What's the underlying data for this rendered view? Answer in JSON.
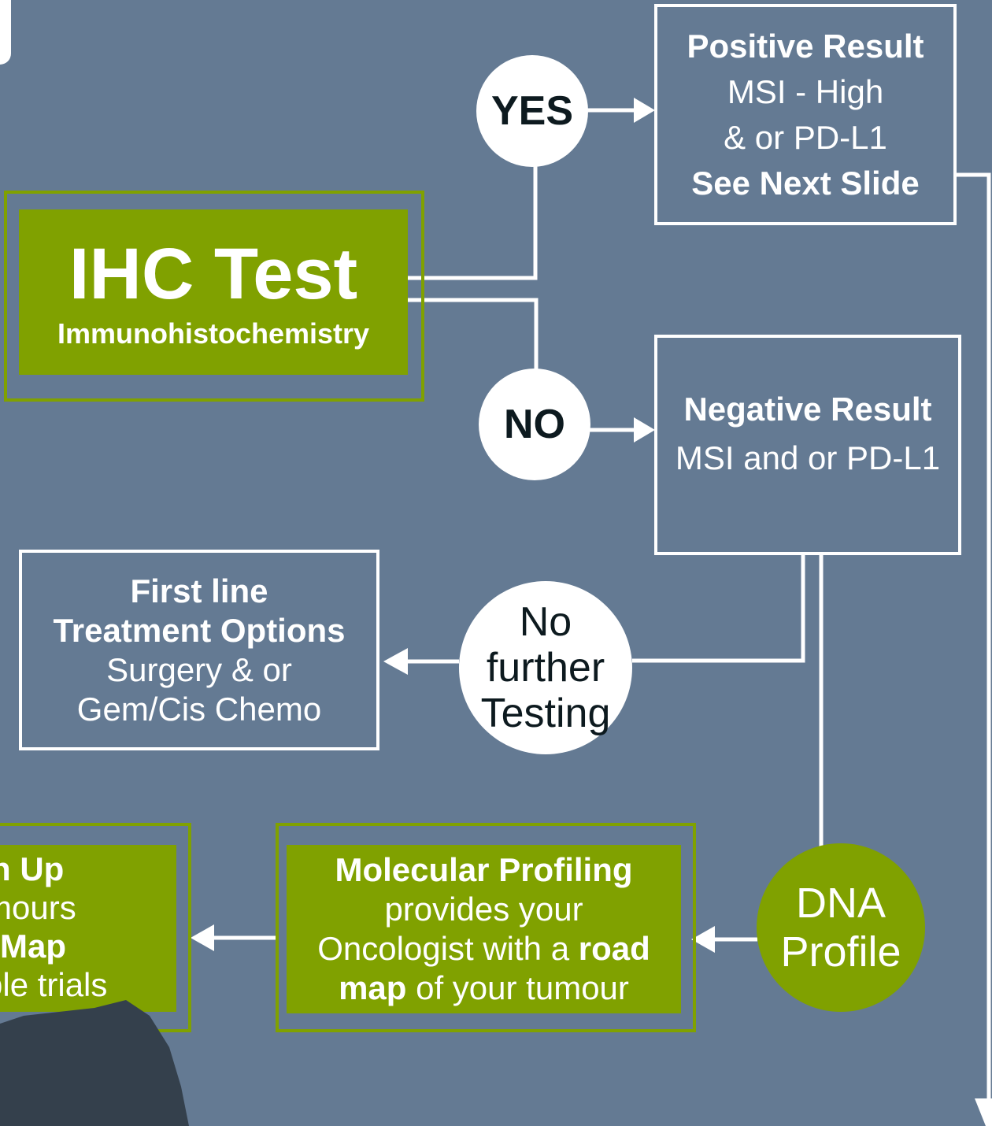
{
  "ihc": {
    "title": "IHC Test",
    "subtitle": "Immunohistochemistry"
  },
  "yes_node": {
    "label": "YES"
  },
  "no_node": {
    "label": "NO"
  },
  "positive": {
    "title": "Positive Result",
    "line1": "MSI - High",
    "line2": "& or PD-L1",
    "cta": "See Next Slide"
  },
  "negative": {
    "title": "Negative Result",
    "line1": "MSI and or PD-L1"
  },
  "no_further": {
    "line1": "No",
    "line2": "further",
    "line3": "Testing"
  },
  "first_line": {
    "title1": "First line",
    "title2": "Treatment Options",
    "line1": "Surgery & or",
    "line2": "Gem/Cis Chemo"
  },
  "dna": {
    "line1": "DNA",
    "line2": "Profile"
  },
  "molecular": {
    "title": "Molecular Profiling",
    "line1": "provides your",
    "line2_a": "Oncologist with a ",
    "line2_b": "road",
    "line3_a": "map",
    "line3_b": " of your tumour"
  },
  "cut_box": {
    "line1": "n Up",
    "line2": "mours",
    "line3": "Map",
    "line4": "ble trials"
  },
  "colors": {
    "background": "#647a93",
    "green": "#80a100",
    "white": "#ffffff",
    "dark_text": "#0d1a1f"
  }
}
